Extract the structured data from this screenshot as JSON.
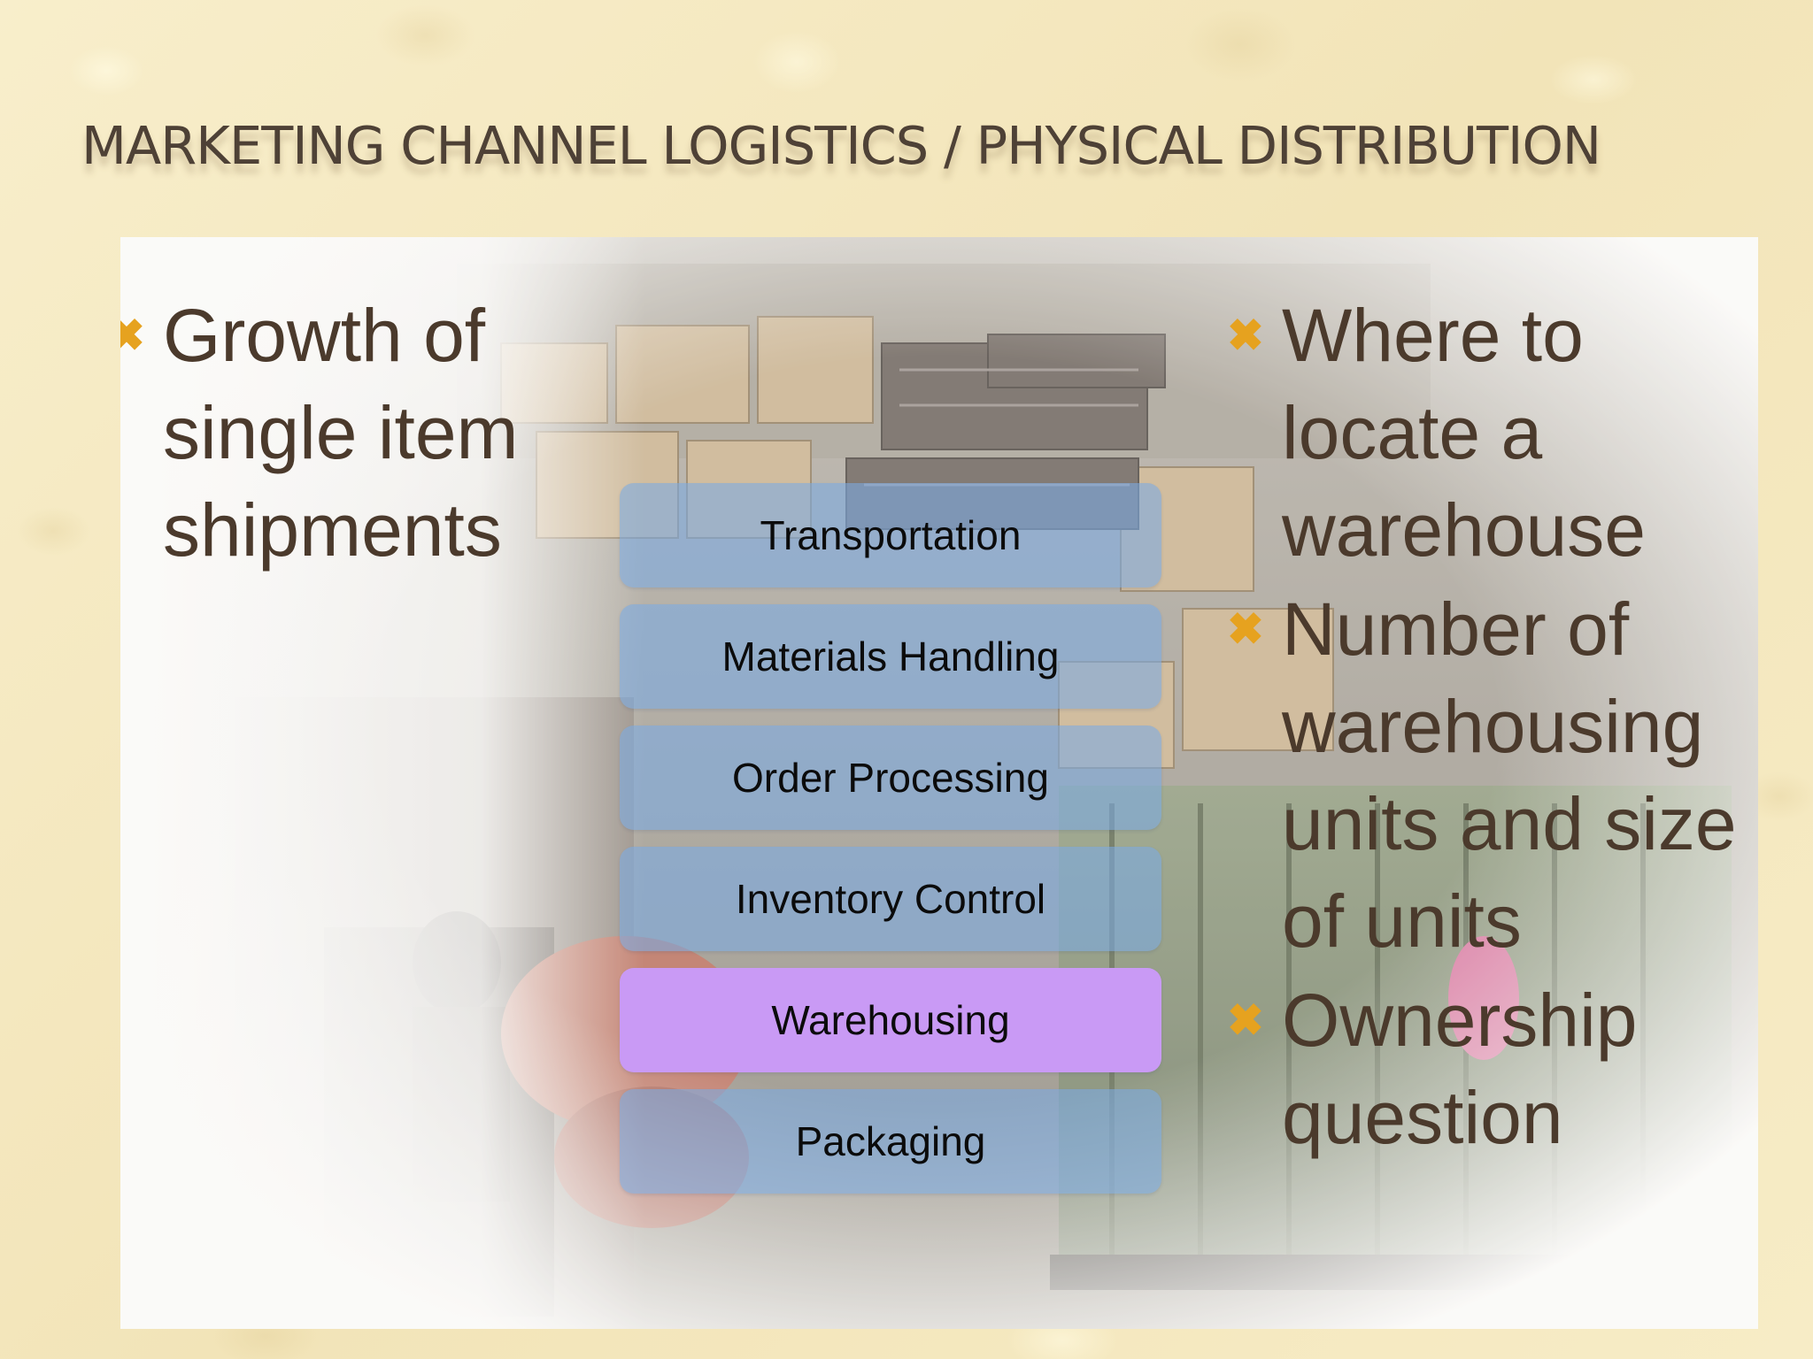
{
  "slide": {
    "title": "MARKETING CHANNEL LOGISTICS / PHYSICAL DISTRIBUTION"
  },
  "left_bullets": [
    {
      "text": "Growth of single item shipments"
    }
  ],
  "right_bullets": [
    {
      "text": "Where to locate a warehouse"
    },
    {
      "text": "Number of warehousing units and size of units"
    },
    {
      "text": "Ownership question"
    }
  ],
  "functions": [
    {
      "label": "Transportation",
      "active": false
    },
    {
      "label": "Materials Handling",
      "active": false
    },
    {
      "label": "Order Processing",
      "active": false
    },
    {
      "label": "Inventory Control",
      "active": false
    },
    {
      "label": "Warehousing",
      "active": true
    },
    {
      "label": "Packaging",
      "active": false
    }
  ],
  "colors": {
    "bullet_mark": "#e6a21f",
    "box_default": "#7aaae4",
    "box_active": "#c99af5",
    "title_text": "#4e4136"
  },
  "icons": {
    "bullet": "x-mark-icon"
  }
}
